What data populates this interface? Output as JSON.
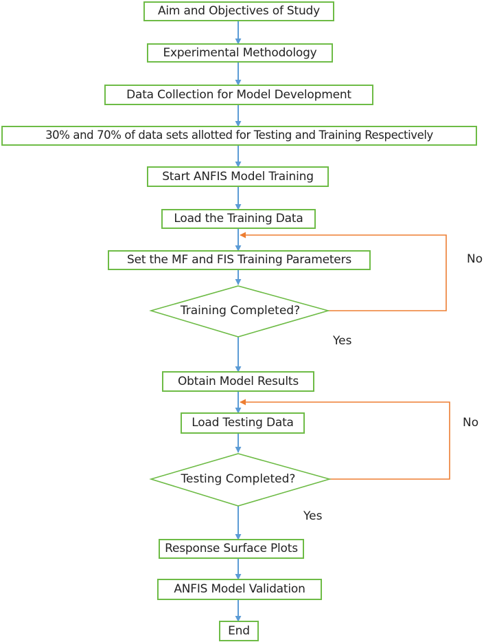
{
  "nodes": {
    "aim": "Aim and Objectives of Study",
    "methodology": "Experimental Methodology",
    "data_collection": "Data Collection for Model Development",
    "split": "30% and 70% of data sets allotted for Testing and Training Respectively",
    "start_training": "Start ANFIS Model Training",
    "load_training": "Load the Training Data",
    "set_params": "Set the MF and FIS Training Parameters",
    "training_completed": "Training Completed?",
    "obtain_results": "Obtain Model Results",
    "load_testing": "Load Testing Data",
    "testing_completed": "Testing Completed?",
    "surface_plots": "Response Surface Plots",
    "validation": "ANFIS Model Validation",
    "end": "End"
  },
  "edge_labels": {
    "training_no": "No",
    "training_yes": "Yes",
    "testing_no": "No",
    "testing_yes": "Yes"
  },
  "colors": {
    "box_border": "#6dbb45",
    "diamond_border": "#6dbb45",
    "arrow": "#5b9bd5",
    "loop_arrow": "#ed7d31",
    "text": "#222222"
  }
}
